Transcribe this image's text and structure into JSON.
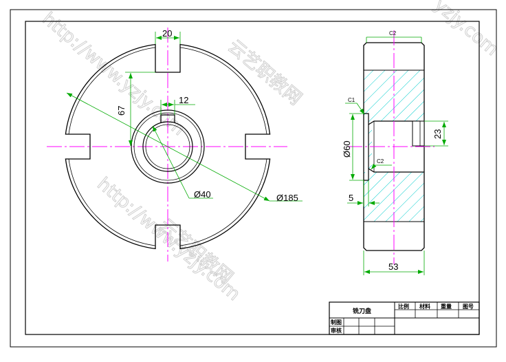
{
  "drawing": {
    "dimensions": {
      "slot_width": "20",
      "slot_depth": "67",
      "keyway_width": "12",
      "bore_diameter": "Ø40",
      "outer_diameter": "Ø185",
      "hub_diameter": "Ø60",
      "thickness": "53",
      "hub_offset": "23",
      "hub_step": "5",
      "chamfer_top": "C2",
      "chamfer_c1": "C1",
      "chamfer_inner": "C2"
    }
  },
  "title_block": {
    "part_name": "铣刀盘",
    "headers": [
      "比例",
      "材料",
      "重量",
      "图号"
    ],
    "row_labels": [
      "制图",
      "审核"
    ]
  },
  "watermark": {
    "texts": [
      "http://www.yzjy.com",
      "云艺职教网",
      "http://www.yzjy.com",
      "云艺职教网",
      "yzjy.com"
    ]
  },
  "colors": {
    "outline": "#000000",
    "centerline": "#ff00ff",
    "dimension": "#00aa00",
    "hatch": "#00cccc",
    "watermark": "#cfcfcf"
  }
}
